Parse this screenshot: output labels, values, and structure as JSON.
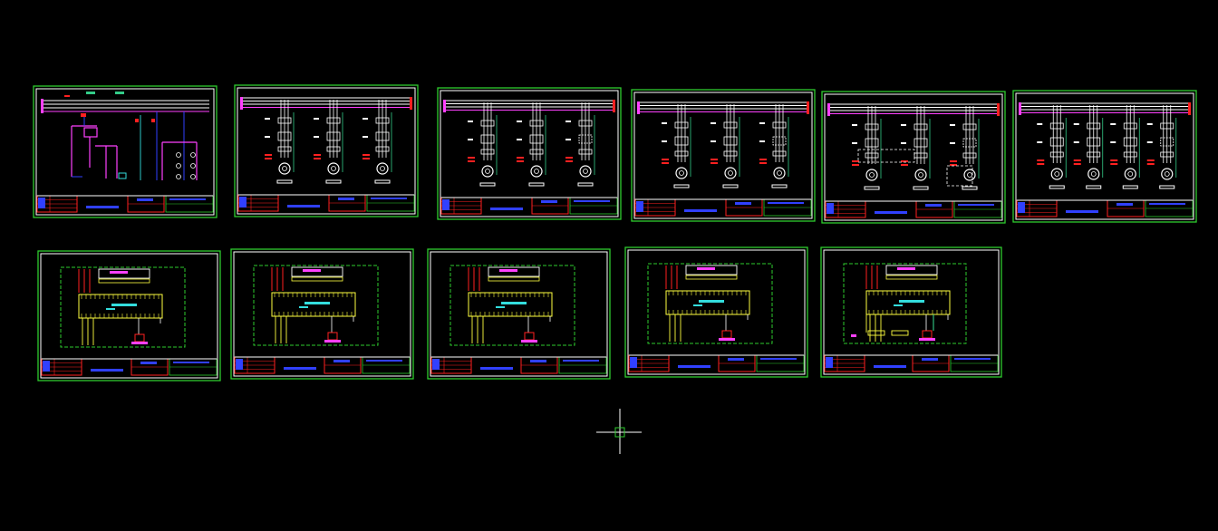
{
  "colors": {
    "background": "#000000",
    "frame_outer": "#2ecc2e",
    "frame_inner": "#ffffff",
    "bus": "#ffffff",
    "bus_accent": "#ff40ff",
    "wire_green": "#33cc88",
    "wire_cyan": "#33dddd",
    "red": "#ff2020",
    "magenta": "#ff40ff",
    "blue": "#3040ff",
    "yellow": "#ffff40",
    "title_block": "#ff2020",
    "title_text": "#3040ff",
    "crosshair": "#ffffff",
    "crosshair_box": "#2ecc2e"
  },
  "sheets_row1": [
    {
      "id": "sheet-1",
      "kind": "control-circuit"
    },
    {
      "id": "sheet-2",
      "kind": "motor-circuit",
      "motors": 3
    },
    {
      "id": "sheet-3",
      "kind": "motor-circuit",
      "motors": 3
    },
    {
      "id": "sheet-4",
      "kind": "motor-circuit",
      "motors": 3
    },
    {
      "id": "sheet-5",
      "kind": "motor-circuit",
      "motors": 3
    },
    {
      "id": "sheet-6",
      "kind": "motor-circuit",
      "motors": 4
    }
  ],
  "sheets_row2": [
    {
      "id": "sheet-7",
      "kind": "plc-wiring"
    },
    {
      "id": "sheet-8",
      "kind": "plc-wiring"
    },
    {
      "id": "sheet-9",
      "kind": "plc-wiring"
    },
    {
      "id": "sheet-10",
      "kind": "plc-wiring"
    },
    {
      "id": "sheet-11",
      "kind": "plc-wiring-alt"
    }
  ],
  "cursor": {
    "icon": "crosshair-cursor-icon"
  }
}
